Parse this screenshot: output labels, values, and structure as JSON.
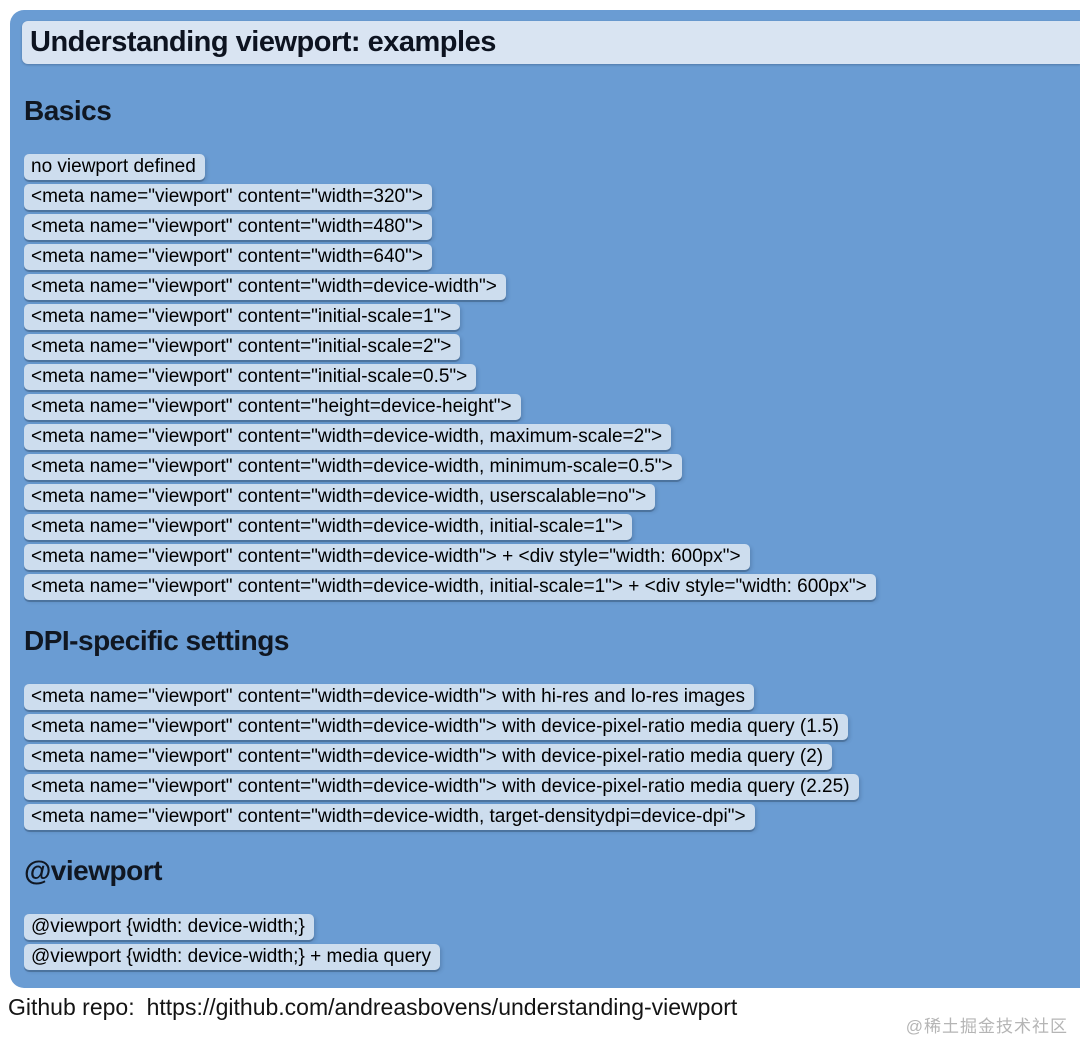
{
  "page": {
    "title": "Understanding viewport: examples",
    "footer": {
      "label": "Github repo:",
      "url": "https://github.com/andreasbovens/understanding-viewport"
    },
    "watermark": "@稀土掘金技术社区"
  },
  "colors": {
    "panel_background": "#6a9cd3",
    "titlebar_background": "#d9e4f2",
    "pill_background": "#cdddee",
    "text": "#000000"
  },
  "sections": [
    {
      "heading": "Basics",
      "items": [
        "no viewport defined",
        "<meta name=\"viewport\" content=\"width=320\">",
        "<meta name=\"viewport\" content=\"width=480\">",
        "<meta name=\"viewport\" content=\"width=640\">",
        "<meta name=\"viewport\" content=\"width=device-width\">",
        "<meta name=\"viewport\" content=\"initial-scale=1\">",
        "<meta name=\"viewport\" content=\"initial-scale=2\">",
        "<meta name=\"viewport\" content=\"initial-scale=0.5\">",
        "<meta name=\"viewport\" content=\"height=device-height\">",
        "<meta name=\"viewport\" content=\"width=device-width, maximum-scale=2\">",
        "<meta name=\"viewport\" content=\"width=device-width, minimum-scale=0.5\">",
        "<meta name=\"viewport\" content=\"width=device-width, userscalable=no\">",
        "<meta name=\"viewport\" content=\"width=device-width, initial-scale=1\">",
        "<meta name=\"viewport\" content=\"width=device-width\"> + <div style=\"width: 600px\">",
        "<meta name=\"viewport\" content=\"width=device-width, initial-scale=1\"> + <div style=\"width: 600px\">"
      ]
    },
    {
      "heading": "DPI-specific settings",
      "items": [
        "<meta name=\"viewport\" content=\"width=device-width\"> with hi-res and lo-res images",
        "<meta name=\"viewport\" content=\"width=device-width\"> with device-pixel-ratio media query (1.5)",
        "<meta name=\"viewport\" content=\"width=device-width\"> with device-pixel-ratio media query (2)",
        "<meta name=\"viewport\" content=\"width=device-width\"> with device-pixel-ratio media query (2.25)",
        "<meta name=\"viewport\" content=\"width=device-width, target-densitydpi=device-dpi\">"
      ]
    },
    {
      "heading": "@viewport",
      "items": [
        "@viewport {width: device-width;}",
        "@viewport {width: device-width;} + media query"
      ]
    }
  ]
}
